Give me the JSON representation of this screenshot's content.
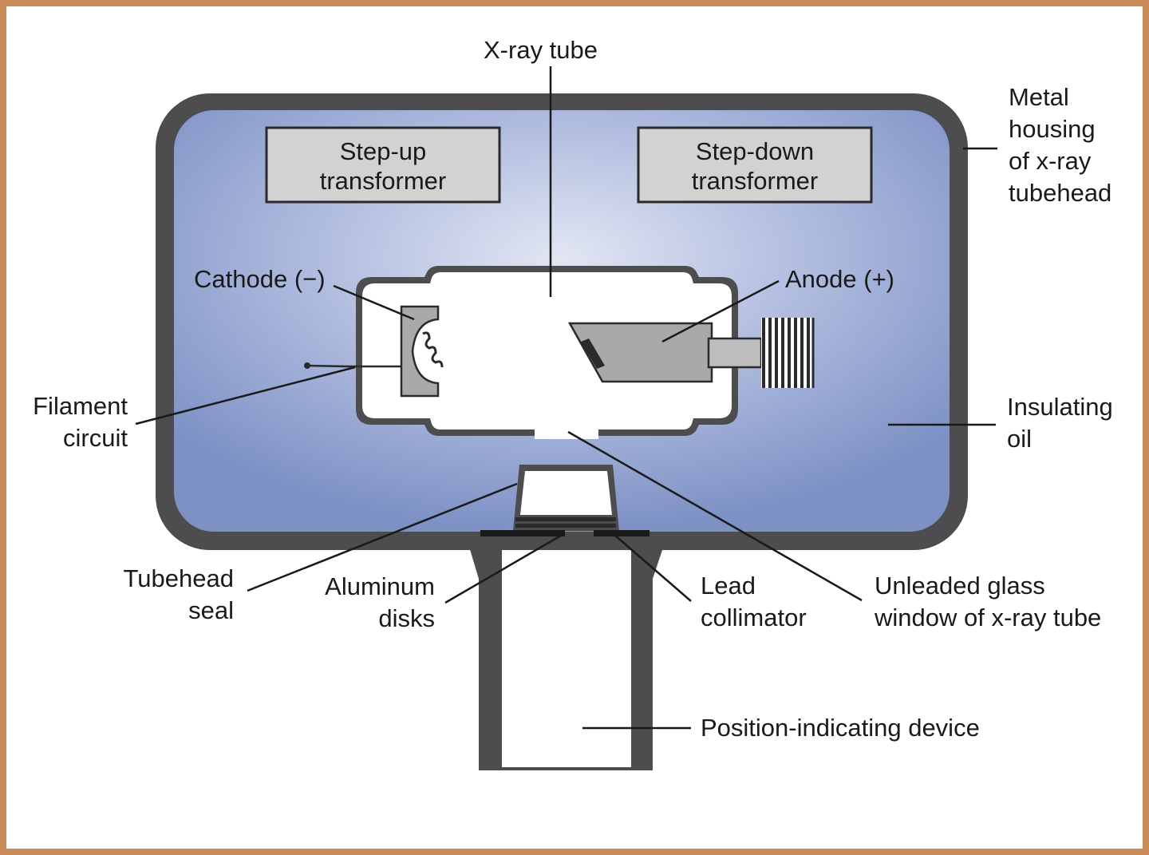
{
  "labels": {
    "xray_tube": "X-ray tube",
    "metal_housing": [
      "Metal",
      "housing",
      "of x-ray",
      "tubehead"
    ],
    "step_up": [
      "Step-up",
      "transformer"
    ],
    "step_down": [
      "Step-down",
      "transformer"
    ],
    "cathode": "Cathode (−)",
    "anode": "Anode (+)",
    "filament_circuit": [
      "Filament",
      "circuit"
    ],
    "insulating_oil": [
      "Insulating",
      "oil"
    ],
    "tubehead_seal": [
      "Tubehead",
      "seal"
    ],
    "aluminum_disks": [
      "Aluminum",
      "disks"
    ],
    "lead_collimator": [
      "Lead",
      "collimator"
    ],
    "unleaded_glass": [
      "Unleaded glass",
      "window of x-ray tube"
    ],
    "pid": "Position-indicating device"
  },
  "colors": {
    "frame": "#c98a55",
    "housing_wall": "#4d4d4f",
    "oil_center": "#dfe4f2",
    "oil_edge": "#7f93c6",
    "component_fill": "#d2d2d2",
    "anode_fill": "#a9a9a9"
  }
}
